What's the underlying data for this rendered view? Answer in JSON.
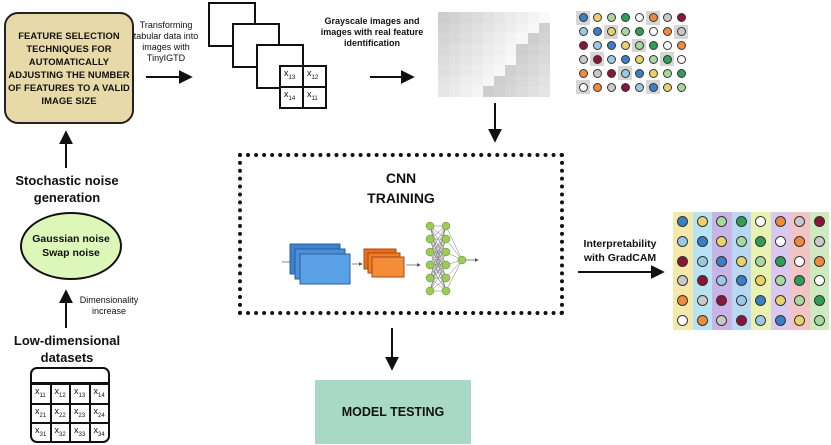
{
  "feature_selection": {
    "text": "FEATURE SELECTION TECHNIQUES FOR AUTOMATICALLY ADJUSTING THE NUMBER OF FEATURES TO A VALID IMAGE SIZE"
  },
  "stochastic_noise": {
    "label": "Stochastic noise generation"
  },
  "noise_types": {
    "line1": "Gaussian noise",
    "line2": "Swap noise"
  },
  "dimensionality": {
    "label": "Dimensionality increase"
  },
  "low_dim": {
    "label": "Low-dimensional datasets"
  },
  "transforming": {
    "label": "Transforming tabular data into images with TinyIGTD"
  },
  "grayscale": {
    "label": "Grayscale images and images with real feature identification"
  },
  "cnn": {
    "line1": "CNN",
    "line2": "TRAINING"
  },
  "interpretability": {
    "line1": "Interpretability",
    "line2": "with GradCAM"
  },
  "model_testing": {
    "label": "MODEL TESTING"
  },
  "image_matrix": {
    "cells": [
      {
        "base": "x",
        "sub": "13"
      },
      {
        "base": "x",
        "sub": "12"
      },
      {
        "base": "x",
        "sub": "14"
      },
      {
        "base": "x",
        "sub": "11"
      }
    ]
  },
  "dataset_table": {
    "rows": [
      [
        {
          "base": "x",
          "sub": "11"
        },
        {
          "base": "x",
          "sub": "12"
        },
        {
          "base": "x",
          "sub": "13"
        },
        {
          "base": "x",
          "sub": "14"
        }
      ],
      [
        {
          "base": "x",
          "sub": "21"
        },
        {
          "base": "x",
          "sub": "22"
        },
        {
          "base": "x",
          "sub": "23"
        },
        {
          "base": "x",
          "sub": "24"
        }
      ],
      [
        {
          "base": "x",
          "sub": "31"
        },
        {
          "base": "x",
          "sub": "32"
        },
        {
          "base": "x",
          "sub": "33"
        },
        {
          "base": "x",
          "sub": "34"
        }
      ]
    ]
  },
  "colors": {
    "feature_box": "#e8d9a8",
    "noise_circle": "#ddf7b8",
    "model_testing": "#a8d8c6",
    "cnn_blue": "#4a90d9",
    "cnn_orange": "#f07d28",
    "neuron": "#9ccb5a"
  }
}
